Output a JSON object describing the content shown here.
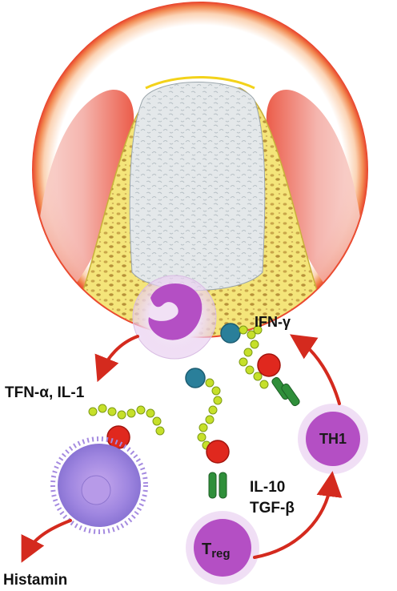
{
  "labels": {
    "ifn": "IFN-γ",
    "tnf": "TFN-α, IL-1",
    "th1": "TH1",
    "il10": "IL-10",
    "tgf": "TGF-β",
    "treg_main": "T",
    "treg_sub": "reg",
    "histamin": "Histamin"
  },
  "colors": {
    "gum_red": "#e8402a",
    "gum_pink": "#f7c0b8",
    "bone_yellow": "#f4e57a",
    "marrow_gray": "#dfe3e6",
    "cell_purple": "#b44fc4",
    "cell_halo": "#ecd6f2",
    "arrow_red": "#d42a1e",
    "bead_green": "#c6e02a",
    "ball_red": "#e0281e",
    "ball_teal": "#2a7f9a",
    "receptor_green": "#2f8f3a"
  }
}
